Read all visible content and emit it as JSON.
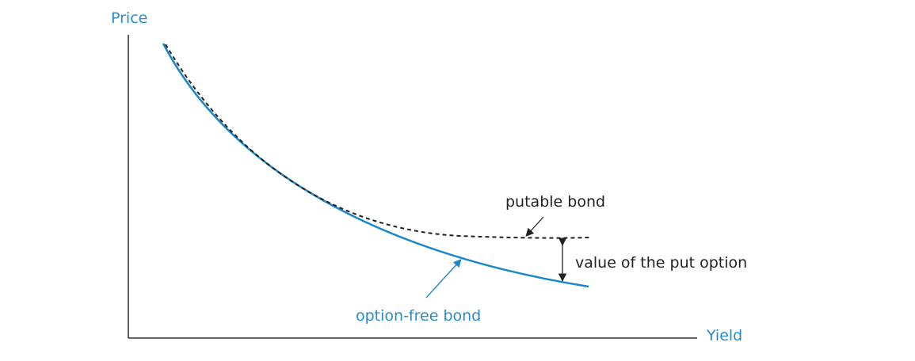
{
  "labels": {
    "y_axis": "Price",
    "x_axis": "Yield",
    "putable": "putable bond",
    "option_free": "option-free bond",
    "put_value": "value of the put option"
  },
  "colors": {
    "accent": "#2a8ac8",
    "curve_option_free": "#1a87c6",
    "curve_putable": "#222222",
    "axis": "#333333",
    "text_dark": "#222222"
  }
}
